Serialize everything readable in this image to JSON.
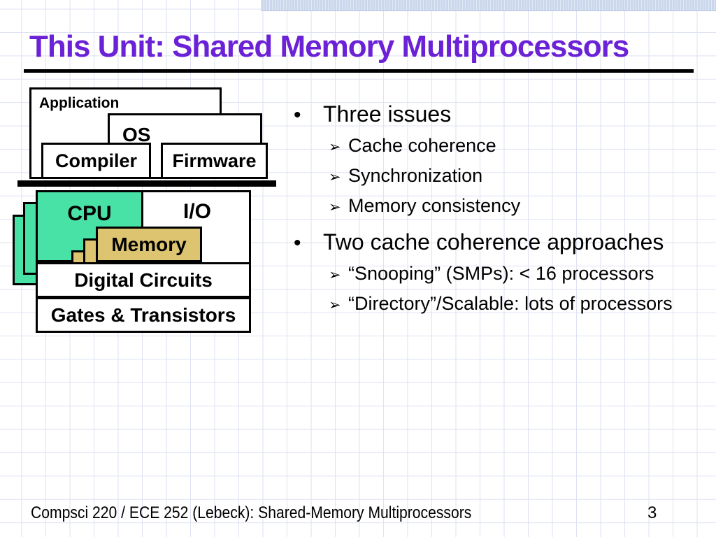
{
  "slide_title": "This Unit: Shared Memory Multiprocessors",
  "layers_diagram": {
    "application_label": "Application",
    "os_label": "OS",
    "compiler_label": "Compiler",
    "firmware_label": "Firmware",
    "cpu_label": "CPU",
    "io_label": "I/O",
    "memory_label": "Memory",
    "digital_circuits_label": "Digital Circuits",
    "gates_transistors_label": "Gates & Transistors"
  },
  "bullets": {
    "marker_main": "•",
    "marker_sub": "➢",
    "items": [
      {
        "level": 1,
        "text": "Three issues"
      },
      {
        "level": 2,
        "text": "Cache coherence"
      },
      {
        "level": 2,
        "text": "Synchronization"
      },
      {
        "level": 2,
        "text": "Memory consistency"
      },
      {
        "level": 1,
        "text": "Two cache coherence approaches"
      },
      {
        "level": 2,
        "text": "“Snooping” (SMPs): < 16 processors"
      },
      {
        "level": 2,
        "text": "“Directory”/Scalable: lots of processors"
      }
    ]
  },
  "footer": {
    "course_label": "Compsci 220 / ECE 252 (Lebeck): Shared-Memory Multiprocessors",
    "page_number": "3"
  },
  "colors": {
    "title": "#6B21D6",
    "cpu_fill": "#48E2A6",
    "memory_fill": "#DCC470",
    "top_bar": "#CBD7EC",
    "grid_line": "#DEE2F2"
  }
}
